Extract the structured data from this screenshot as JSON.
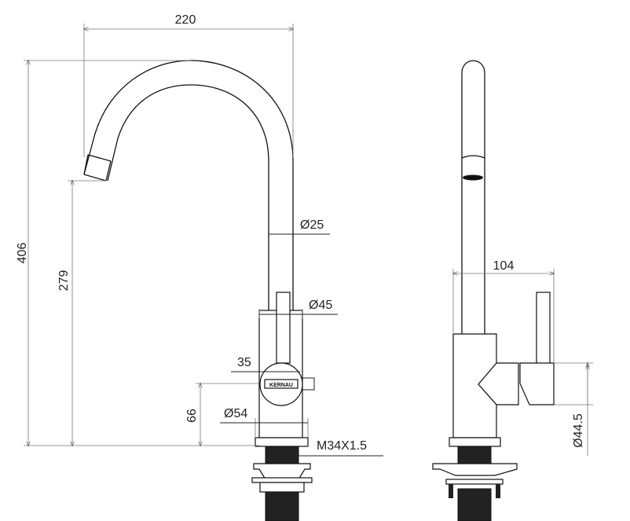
{
  "dimensions": {
    "width_total": "220",
    "height_total": "406",
    "spout_height": "279",
    "handle_height": "66",
    "spout_diameter": "Ø25",
    "body_diameter": "Ø45",
    "handle_width": "35",
    "base_diameter": "Ø54",
    "thread": "M34X1.5",
    "side_depth": "104",
    "handle_diameter": "Ø44.5"
  },
  "logo_text": "KERNAU"
}
